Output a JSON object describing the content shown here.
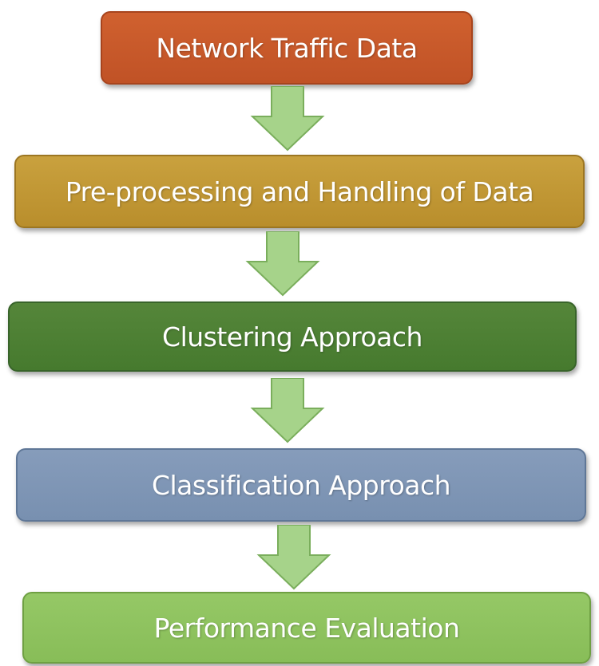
{
  "steps": [
    {
      "label": "Network Traffic Data",
      "color": "#c65a2a"
    },
    {
      "label": "Pre-processing and Handling of Data",
      "color": "#c19634"
    },
    {
      "label": "Clustering Approach",
      "color": "#4c7f34"
    },
    {
      "label": "Classification Approach",
      "color": "#7f96b6"
    },
    {
      "label": "Performance Evaluation",
      "color": "#8ec35f"
    }
  ],
  "arrow_color": "#9fcf84"
}
